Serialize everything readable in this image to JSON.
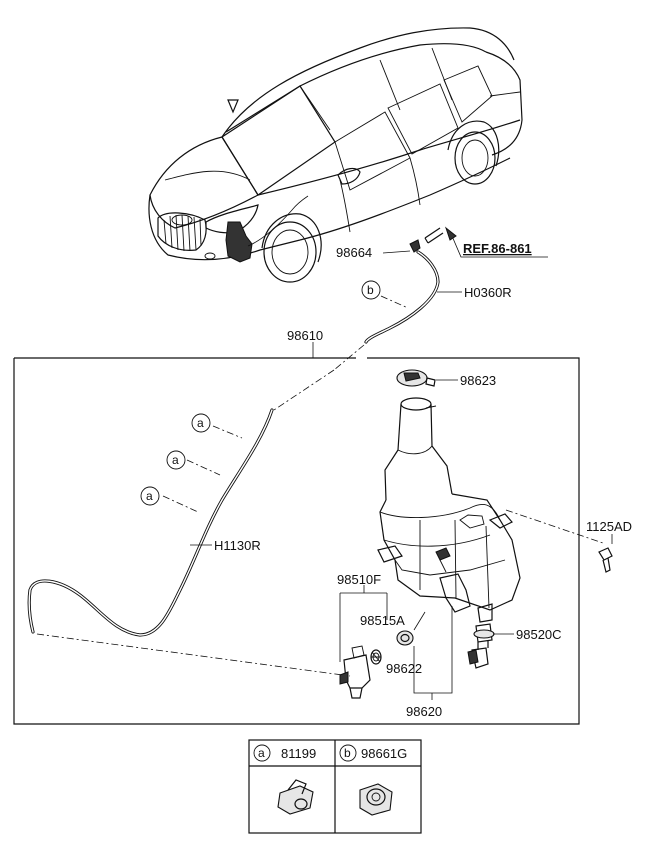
{
  "labels": {
    "p98664": "98664",
    "ref": "REF.86-861",
    "h0360r": "H0360R",
    "p98610": "98610",
    "p98623": "98623",
    "h1130r": "H1130R",
    "p1125ad": "1125AD",
    "p98510f": "98510F",
    "p98515a": "98515A",
    "p98520c": "98520C",
    "p98622": "98622",
    "p98620": "98620"
  },
  "callouts": {
    "a": "a",
    "b": "b"
  },
  "legend": {
    "a_letter": "a",
    "a_part": "81199",
    "b_letter": "b",
    "b_part": "98661G"
  }
}
